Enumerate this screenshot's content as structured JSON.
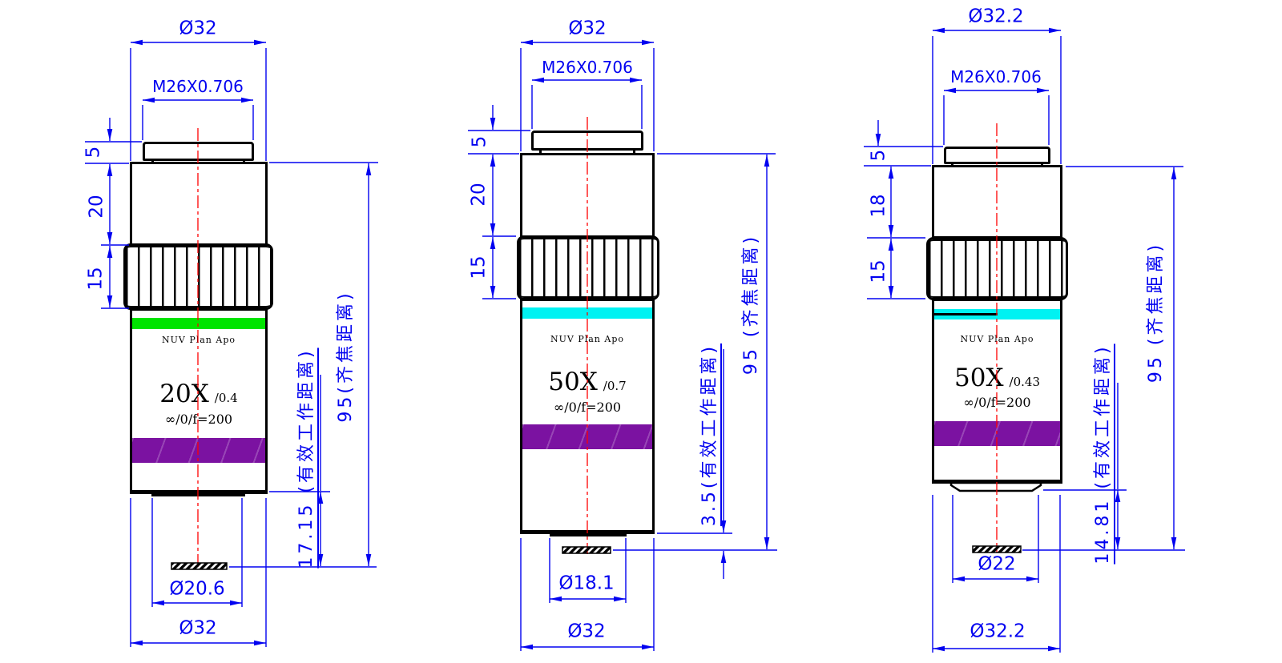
{
  "colors": {
    "dimension_blue": "#0202f0",
    "centerline_red": "#ff0000",
    "band_green": "#00e400",
    "band_cyan": "#00f2f2",
    "band_purple": "#7b12a1"
  },
  "objectives": [
    {
      "name": "20X NUV Plan Apo objective",
      "top_diameter": "Ø32",
      "thread": "M26X0.706",
      "cap_height": "5",
      "upper_height": "20",
      "knurl_height": "15",
      "series": "NUV Plan Apo",
      "magnification": "20X",
      "aperture": "/0.4",
      "optics": "∞/0/f=200",
      "front_diameter": "Ø20.6",
      "outer_diameter": "Ø32",
      "working_distance": "17.15 (有效工作距离)",
      "parfocal": "95(齐焦距离)"
    },
    {
      "name": "50X/0.7 NUV Plan Apo objective",
      "top_diameter": "Ø32",
      "thread": "M26X0.706",
      "cap_height": "5",
      "upper_height": "20",
      "knurl_height": "15",
      "series": "NUV Plan Apo",
      "magnification": "50X",
      "aperture": "/0.7",
      "optics": "∞/0/f=200",
      "front_diameter": "Ø18.1",
      "outer_diameter": "Ø32",
      "working_distance": "3.5(有效工作距离)",
      "parfocal": "95 (齐焦距离)"
    },
    {
      "name": "50X/0.43 NUV Plan Apo objective",
      "top_diameter": "Ø32.2",
      "thread": "M26X0.706",
      "cap_height": "5",
      "upper_height": "18",
      "knurl_height": "15",
      "series": "NUV Plan Apo",
      "magnification": "50X",
      "aperture": "/0.43",
      "optics": "∞/0/f=200",
      "front_diameter": "Ø22",
      "outer_diameter": "Ø32.2",
      "working_distance": "14.81 (有效工作距离)",
      "parfocal": "95 (齐焦距离)"
    }
  ]
}
